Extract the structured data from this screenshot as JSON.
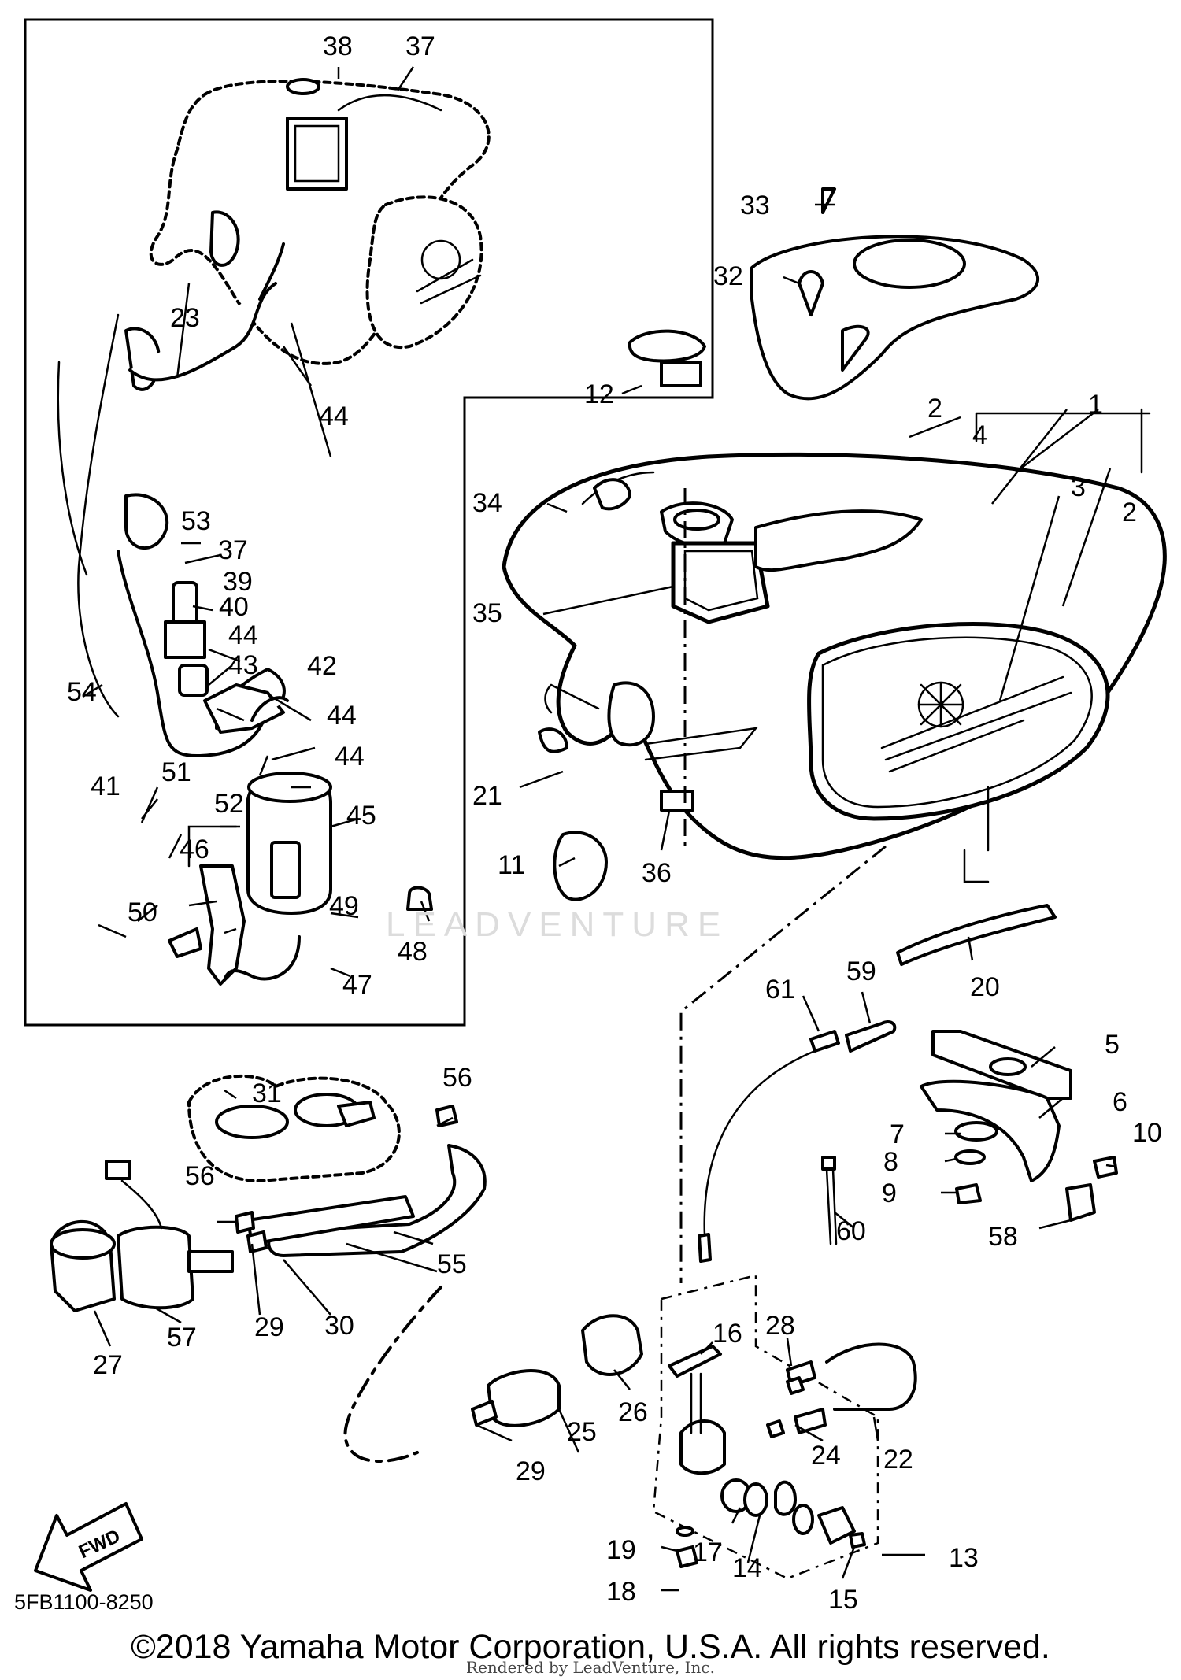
{
  "diagram": {
    "part_numbers": [
      "1",
      "2",
      "3",
      "4",
      "5",
      "6",
      "7",
      "8",
      "9",
      "10",
      "11",
      "12",
      "13",
      "14",
      "15",
      "16",
      "17",
      "18",
      "19",
      "20",
      "21",
      "22",
      "23",
      "24",
      "25",
      "26",
      "27",
      "28",
      "29",
      "30",
      "31",
      "32",
      "33",
      "34",
      "35",
      "36",
      "37",
      "38",
      "39",
      "40",
      "41",
      "42",
      "43",
      "44",
      "45",
      "46",
      "47",
      "48",
      "49",
      "50",
      "51",
      "52",
      "53",
      "54",
      "55",
      "56",
      "57",
      "58",
      "59",
      "60",
      "61"
    ],
    "fwd_label": "FWD",
    "diagram_code": "5FB1100-8250",
    "watermark": "LEADVENTURE"
  },
  "footer": {
    "copyright": "©2018 Yamaha Motor Corporation, U.S.A. All rights reserved.",
    "rendered_by": "Rendered by LeadVenture, Inc."
  }
}
